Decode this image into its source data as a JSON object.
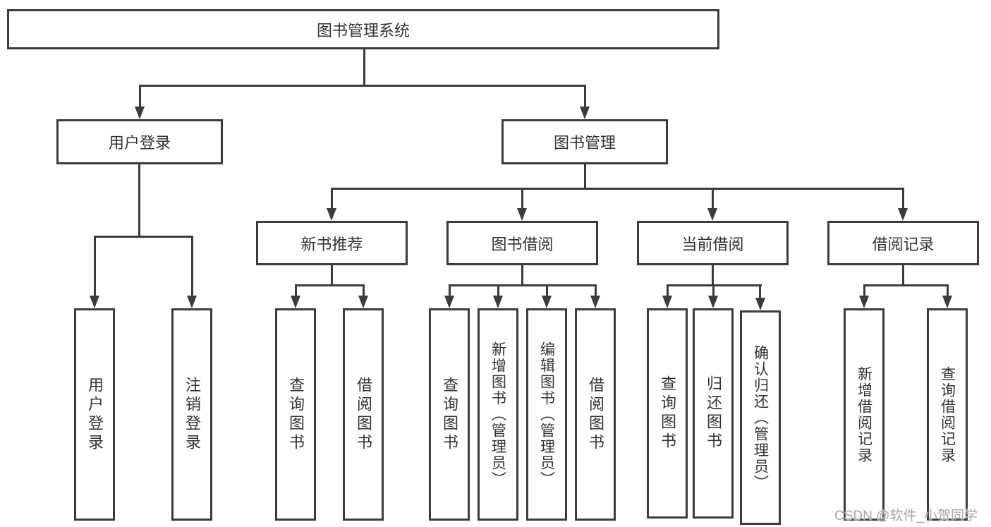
{
  "colors": {
    "line": "#3b3b3b",
    "text": "#333333",
    "watermark": "#a6a6a6",
    "background": "#ffffff"
  },
  "watermark": {
    "text": "CSDN @软件_小贺同学"
  },
  "tree": {
    "root": {
      "label": "图书管理系统"
    },
    "user_login": {
      "label": "用户登录",
      "children": [
        {
          "label": "用户登录"
        },
        {
          "label": "注销登录"
        }
      ]
    },
    "book_management": {
      "label": "图书管理"
    },
    "new_book_recommend": {
      "label": "新书推荐",
      "children": [
        {
          "label": "查询图书"
        },
        {
          "label": "借阅图书"
        }
      ]
    },
    "book_borrow": {
      "label": "图书借阅",
      "children": [
        {
          "label": "查询图书"
        },
        {
          "label": "新增图书（管理员）"
        },
        {
          "label": "编辑图书（管理员）"
        },
        {
          "label": "借阅图书"
        }
      ]
    },
    "current_borrow": {
      "label": "当前借阅",
      "children": [
        {
          "label": "查询图书"
        },
        {
          "label": "归还图书"
        },
        {
          "label": "确认归还（管理员）"
        }
      ]
    },
    "borrow_records": {
      "label": "借阅记录",
      "children": [
        {
          "label": "新增借阅记录"
        },
        {
          "label": "查询借阅记录"
        }
      ]
    }
  }
}
